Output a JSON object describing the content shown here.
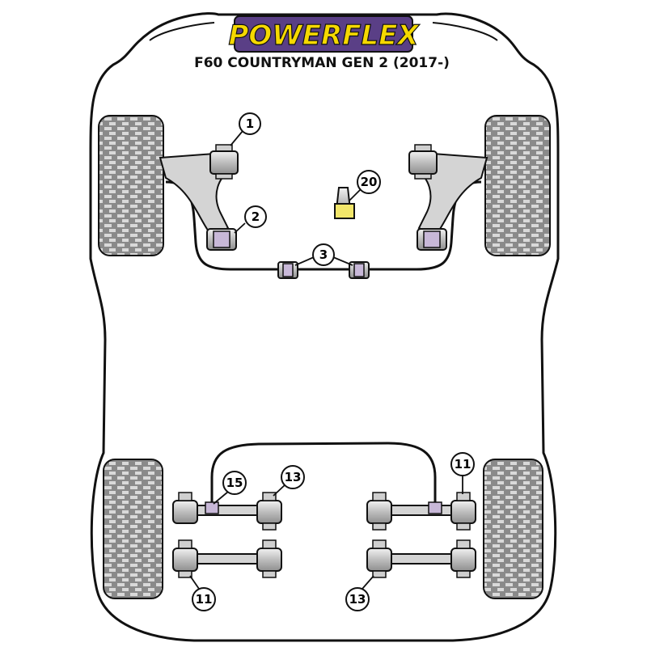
{
  "header": {
    "brand": "POWERFLEX",
    "subtitle": "F60 COUNTRYMAN GEN 2 (2017-)"
  },
  "callouts": {
    "c1": "1",
    "c2": "2",
    "c3": "3",
    "c20": "20",
    "c15": "15",
    "c13_top": "13",
    "c11_top": "11",
    "c11_bottom": "11",
    "c13_bottom": "13"
  },
  "colors": {
    "bush_purple": "#c8b8d8",
    "bush_yellow": "#f2e66a",
    "brand_purple": "#5a3f86",
    "brand_yellow": "#f5d800",
    "arm_grey": "#cfcfcf",
    "outline": "#111111"
  },
  "icons": {
    "wheel": "tyre-tread-icon",
    "bush": "bush-icon"
  }
}
